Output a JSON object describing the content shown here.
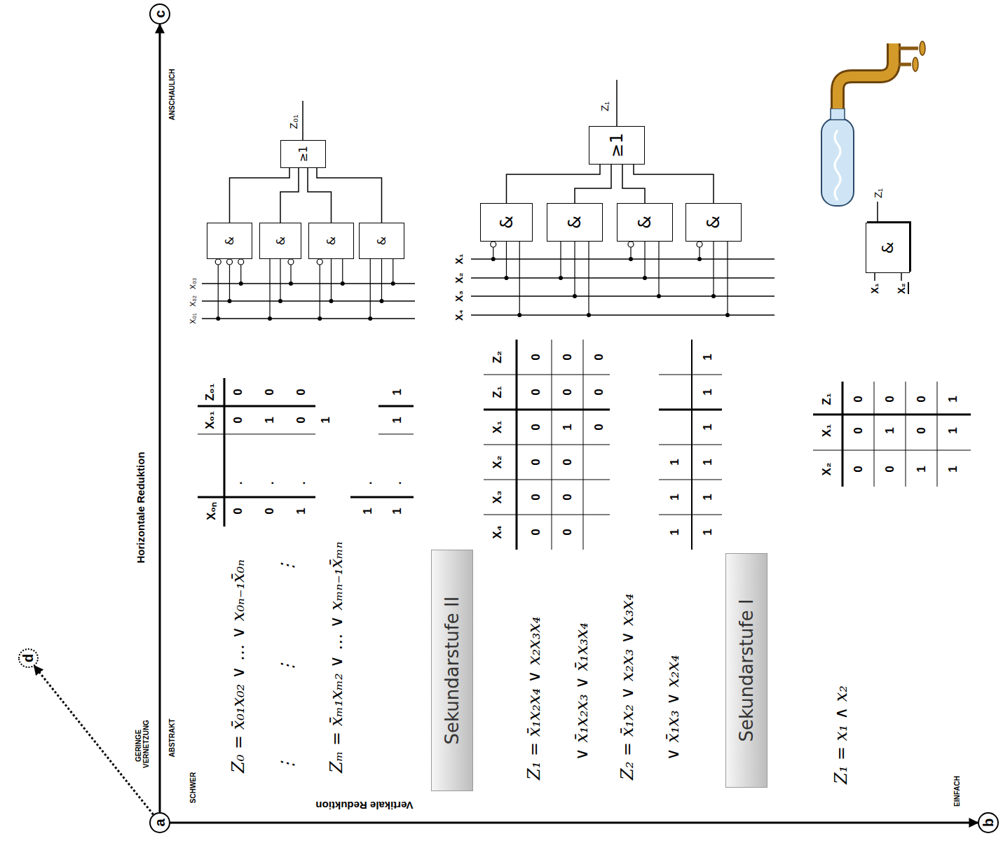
{
  "diagram": {
    "nodes": [
      {
        "text": [
          "d"
        ]
      },
      {
        "text": [
          "a"
        ]
      },
      {
        "text": [
          "c"
        ]
      },
      {
        "text": [
          "b"
        ]
      },
      {
        "text": [
          "&"
        ]
      },
      {
        "text": [
          "&"
        ]
      },
      {
        "text": [
          "&"
        ]
      },
      {
        "text": [
          "&"
        ]
      },
      {
        "text": [
          "≥1"
        ]
      },
      {
        "text": [
          "Sekundarstufe II"
        ]
      },
      {
        "text": [
          "&"
        ]
      },
      {
        "text": [
          "&"
        ]
      },
      {
        "text": [
          "&"
        ]
      },
      {
        "text": [
          "&"
        ]
      },
      {
        "text": [
          "≥1"
        ]
      },
      {
        "text": [
          "Sekundarstufe I"
        ]
      },
      {
        "text": [
          "&"
        ]
      }
    ],
    "edges": [
      {
        "from": 1,
        "to": 2,
        "arrow": "to"
      },
      {
        "from": 1,
        "to": 3,
        "arrow": "to"
      },
      {
        "from": 1,
        "to": 0,
        "arrow": "to"
      },
      {
        "from": 4,
        "to": 8,
        "arrow": "none"
      },
      {
        "from": 5,
        "to": 8,
        "arrow": "none"
      },
      {
        "from": 6,
        "to": 8,
        "arrow": "none"
      },
      {
        "from": 7,
        "to": 8,
        "arrow": "none"
      },
      {
        "from": 10,
        "to": 14,
        "arrow": "none"
      },
      {
        "from": 11,
        "to": 14,
        "arrow": "none"
      },
      {
        "from": 12,
        "to": 14,
        "arrow": "none"
      },
      {
        "from": 13,
        "to": 14,
        "arrow": "none"
      }
    ],
    "labels": [
      "Horizontale Reduktion",
      "Vertikale Reduktion",
      "GERINGE VERNETZUNG",
      "ABSTRAKT",
      "SCHWER",
      "ANSCHAULICH",
      "EINFACH",
      "Z₀ = x̄₀₁x₀₂ ∨ … ∨ x₀ₙ₋₁x̄₀ₙ",
      "⋮",
      "⋮",
      "⋮",
      "Zₘ = x̄ₘ₁xₘ₂ ∨ … ∨ xₘₙ₋₁x̄ₘₙ",
      "Z₁ = x̄₁x₂x₄ ∨ x₂x₃x₄",
      "∨ x̄₁x₂x₃ ∨ x̄₁x₃x₄",
      "Z₂ = x̄₁x₂ ∨ x₂x₃ ∨ x₃x₄",
      "∨ x̄₁x₃ ∨ x₂x₄",
      "Z₁ = x₁ ∧ x₂",
      "X₀ₙ",
      "X₀₁",
      "Z₀₁",
      "0",
      ".",
      "0",
      "0",
      "0",
      ".",
      "1",
      "0",
      "1",
      ".",
      "0",
      "0",
      "1",
      "1",
      ".",
      "1",
      ".",
      "1",
      "1",
      "X₄",
      "X₃",
      "X₂",
      "X₁",
      "Z₁",
      "Z₂",
      "0",
      "0",
      "0",
      "0",
      "0",
      "0",
      "0",
      "0",
      "0",
      "1",
      "0",
      "0",
      "0",
      "0",
      "0",
      "1",
      "1",
      "1",
      "1",
      "1",
      "1",
      "1",
      "1",
      "1",
      "X₂",
      "X₁",
      "Z₁",
      "0",
      "0",
      "0",
      "0",
      "1",
      "0",
      "1",
      "0",
      "0",
      "1",
      "1",
      "1",
      "X₀₁",
      "X₀₂",
      "X₀₃",
      "Z₀₁",
      "X₄",
      "X₃",
      "X₂",
      "X₁",
      "Z₁",
      "X₁",
      "X₂",
      "Z₁"
    ]
  }
}
